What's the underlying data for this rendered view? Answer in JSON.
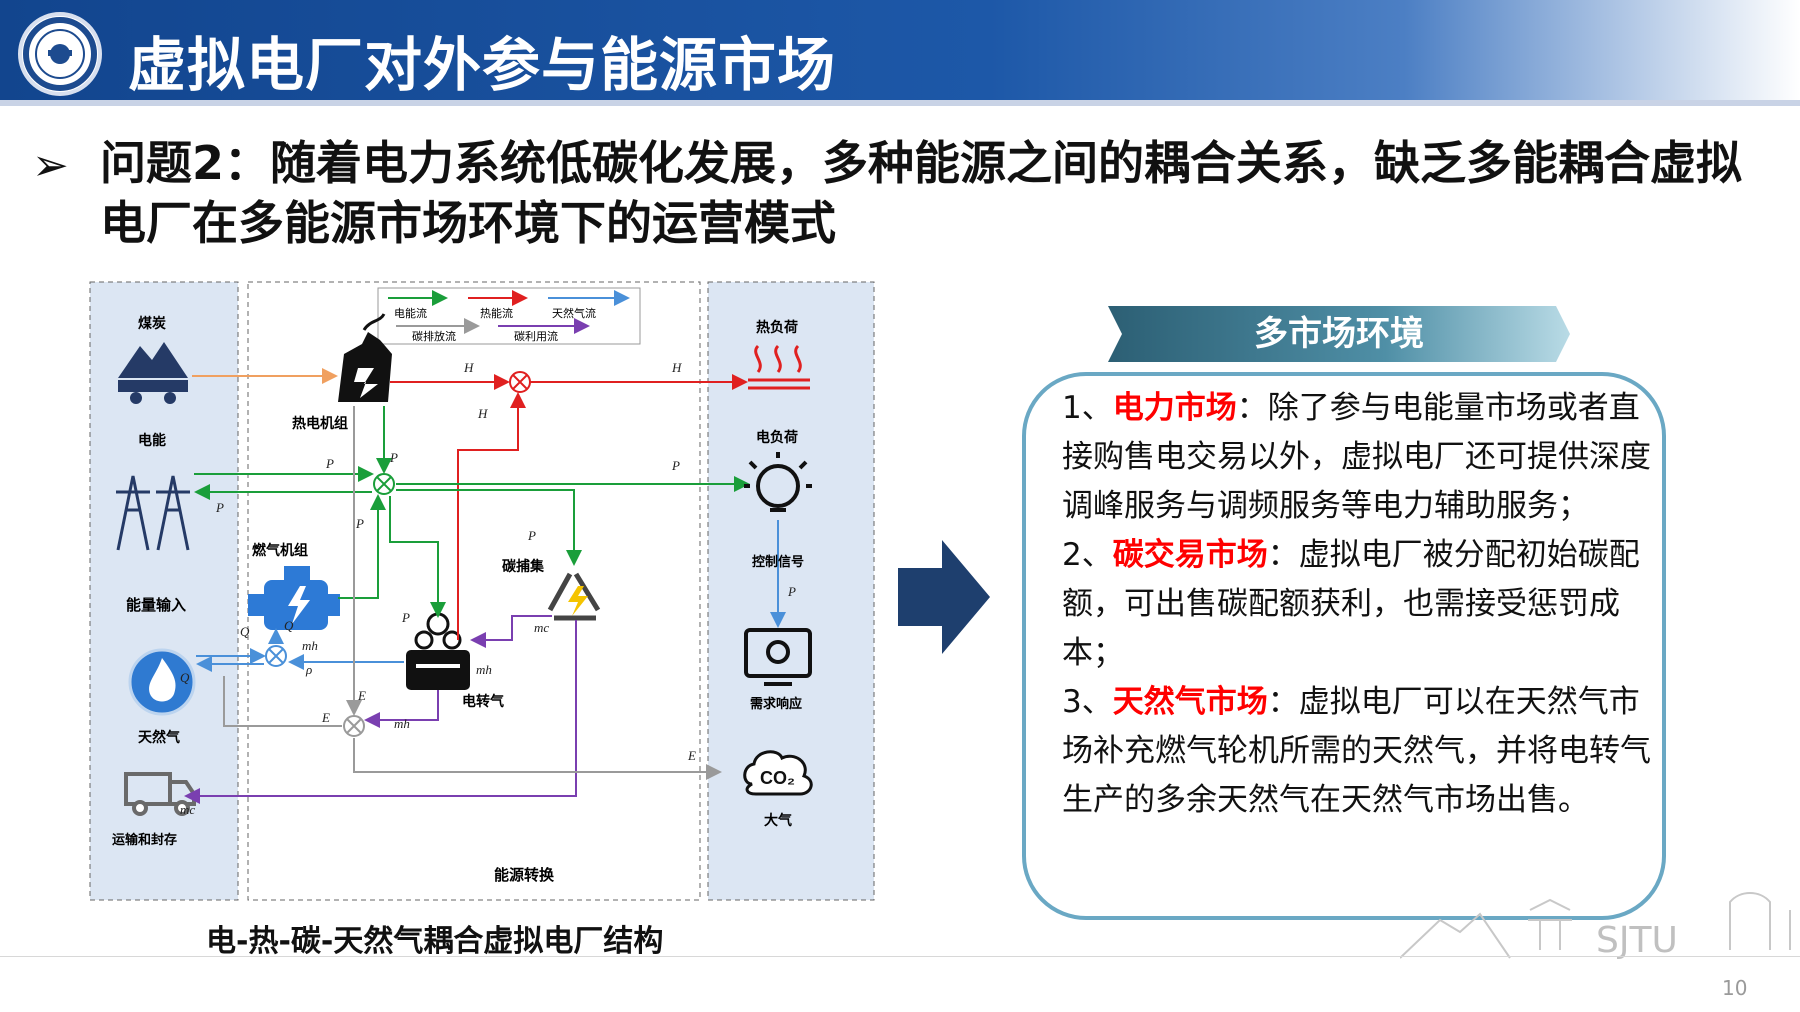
{
  "header": {
    "title": "虚拟电厂对外参与能源市场"
  },
  "question": {
    "bullet": "➢",
    "text": "问题2：随着电力系统低碳化发展，多种能源之间的耦合关系，缺乏多能耦合虚拟电厂在多能源市场环境下的运营模式"
  },
  "diagram": {
    "caption": "电-热-碳-天然气耦合虚拟电厂结构",
    "legend": {
      "electric": "电能流",
      "heat": "热能流",
      "gas": "天然气流",
      "carbon_emission": "碳排放流",
      "carbon_use": "碳利用流"
    },
    "left_labels": {
      "coal": "煤炭",
      "electricity": "电能",
      "energy_input": "能量输入",
      "natural_gas": "天然气",
      "transport": "运输和封存"
    },
    "middle_labels": {
      "chp": "热电机组",
      "gas_turbine": "燃气机组",
      "carbon_capture": "碳捕集",
      "p2g": "电转气",
      "conversion": "能源转换"
    },
    "right_labels": {
      "heat_load": "热负荷",
      "elec_load": "电负荷",
      "control": "控制信号",
      "demand_response": "需求响应",
      "atmosphere": "大气"
    },
    "symbols": {
      "h_chp": "H",
      "h_load": "H",
      "h_p2g": "H",
      "p_sel": "P",
      "p_chp": "P",
      "p_buy": "P",
      "p_gt": "P",
      "p_load": "P",
      "p_ccs": "P",
      "p_p2g": "P",
      "p_dr": "P",
      "q_buy": "Q",
      "q_gt": "Q",
      "q_sel": "Q",
      "mh_gas": "mh",
      "rho_gas": "ρ",
      "mh_co2ccs": "mh",
      "mc_sp": "mc",
      "e_chp": "E",
      "e_gt": "E",
      "mh_co2buy": "mh",
      "e_t": "E",
      "mc_bottom": "mc"
    },
    "co2_label": "CO₂",
    "colors": {
      "electric": "#1a9e3a",
      "heat": "#e02020",
      "gas": "#4a90d9",
      "carbon": "#7a3fb0",
      "grey": "#9a9a9a",
      "icon": "#253a66"
    }
  },
  "market": {
    "banner": "多市场环境",
    "items": [
      {
        "num": "1、",
        "title": "电力市场",
        "sep": "：",
        "body": "除了参与电能量市场或者直接购售电交易以外，虚拟电厂还可提供深度调峰服务与调频服务等电力辅助服务；"
      },
      {
        "num": "2、",
        "title": "碳交易市场",
        "sep": "：",
        "body": "虚拟电厂被分配初始碳配额，可出售碳配额获利，也需接受惩罚成本；"
      },
      {
        "num": "3、",
        "title": "天然气市场",
        "sep": "：",
        "body": "虚拟电厂可以在天然气市场补充燃气轮机所需的天然气，并将电转气生产的多余天然气在天然气市场出售。"
      }
    ]
  },
  "watermark": "SJTU",
  "footer": {
    "page": "10"
  }
}
